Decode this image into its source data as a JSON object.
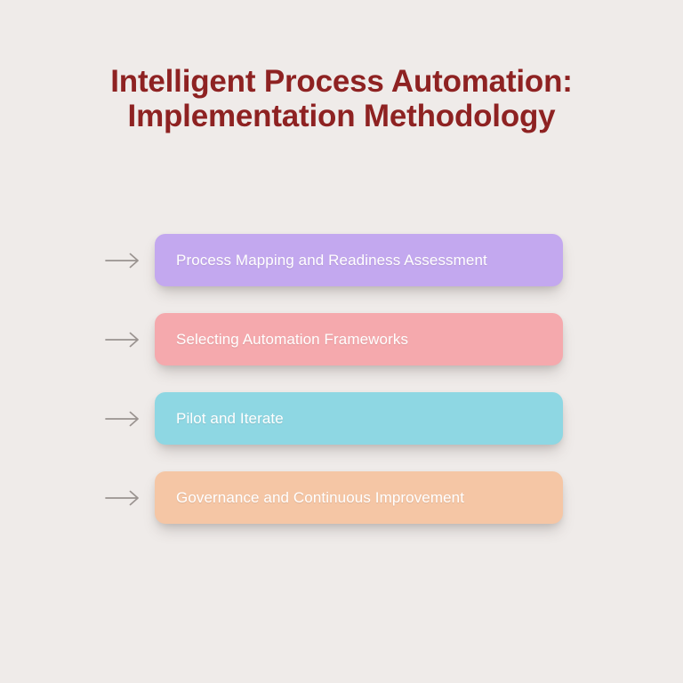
{
  "slide": {
    "background_color": "#efebe9",
    "title": {
      "line1": "Intelligent Process Automation:",
      "line2": "Implementation Methodology",
      "color": "#8e2222"
    },
    "arrow_icon_color": "#9a9390",
    "label_text_color": "#ffffff",
    "steps": [
      {
        "label": "Process Mapping and Readiness Assessment",
        "color": "#c3a8ef",
        "arrow": "arrow-right-icon"
      },
      {
        "label": "Selecting Automation Frameworks",
        "color": "#f5a9ad",
        "arrow": "arrow-right-icon"
      },
      {
        "label": "Pilot and Iterate",
        "color": "#8ed7e3",
        "arrow": "arrow-right-icon"
      },
      {
        "label": "Governance and Continuous Improvement",
        "color": "#f5c6a5",
        "arrow": "arrow-right-icon"
      }
    ]
  }
}
